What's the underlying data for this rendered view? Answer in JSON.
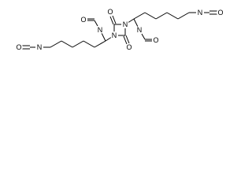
{
  "molecule": {
    "atoms": {
      "ring_O_top": "O",
      "ring_N_right": "N",
      "ring_N_left": "N",
      "ring_O_bottom": "O",
      "upper_branch_N": "N",
      "upper_branch_O": "O",
      "upper_chain_N": "N",
      "upper_chain_O": "O",
      "lower_branch_N": "N",
      "lower_branch_O": "O",
      "lower_chain_N": "N",
      "lower_chain_O": "O"
    }
  }
}
